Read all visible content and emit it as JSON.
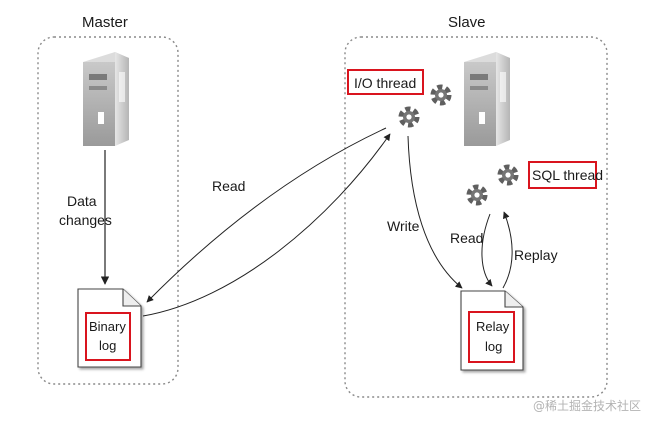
{
  "master": {
    "title": "Master"
  },
  "slave": {
    "title": "Slave"
  },
  "labels": {
    "data_changes": [
      "Data",
      "changes"
    ],
    "binary_log": [
      "Binary",
      "log"
    ],
    "relay_log": [
      "Relay",
      "log"
    ],
    "io_thread": "I/O thread",
    "sql_thread": "SQL thread",
    "read_io": "Read",
    "write": "Write",
    "read_sql": "Read",
    "replay": "Replay"
  },
  "watermark": "@稀土掘金技术社区",
  "colors": {
    "highlight": "#d9141e",
    "box_border": "#8a8a8a",
    "text": "#1a1a1a"
  },
  "icons": {
    "server": "server-icon",
    "gear": "gear-icon",
    "document": "document-icon"
  }
}
